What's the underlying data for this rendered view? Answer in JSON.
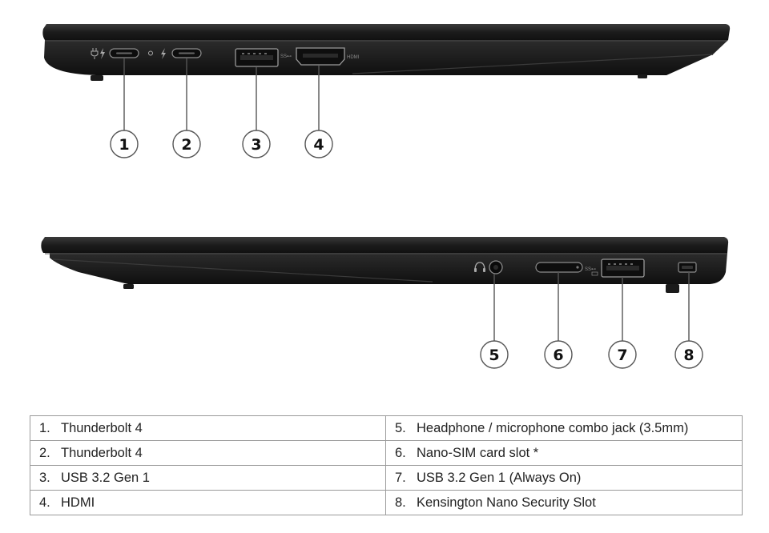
{
  "diagram": {
    "hdmi_label": "HDMI",
    "callouts_left": [
      "1",
      "2",
      "3",
      "4"
    ],
    "callouts_right": [
      "5",
      "6",
      "7",
      "8"
    ]
  },
  "table": {
    "rows": [
      {
        "left": {
          "num": "1.",
          "label": "Thunderbolt 4"
        },
        "right": {
          "num": "5.",
          "label": "Headphone / microphone combo jack (3.5mm)"
        }
      },
      {
        "left": {
          "num": "2.",
          "label": "Thunderbolt 4"
        },
        "right": {
          "num": "6.",
          "label": "Nano-SIM card slot *"
        }
      },
      {
        "left": {
          "num": "3.",
          "label": "USB 3.2 Gen 1"
        },
        "right": {
          "num": "7.",
          "label": "USB 3.2 Gen 1 (Always On)"
        }
      },
      {
        "left": {
          "num": "4.",
          "label": "HDMI"
        },
        "right": {
          "num": "8.",
          "label": "Kensington Nano Security Slot"
        }
      }
    ]
  },
  "icons": [
    "power-lightning-icon",
    "led-indicator-icon",
    "thunderbolt-icon",
    "usb-ss-logo-icon",
    "headset-icon",
    "usb-ss-battery-icon"
  ],
  "colors": {
    "chassis": "#1a1a1a",
    "callout_stroke": "#555555",
    "table_border": "#9a9a9a"
  }
}
